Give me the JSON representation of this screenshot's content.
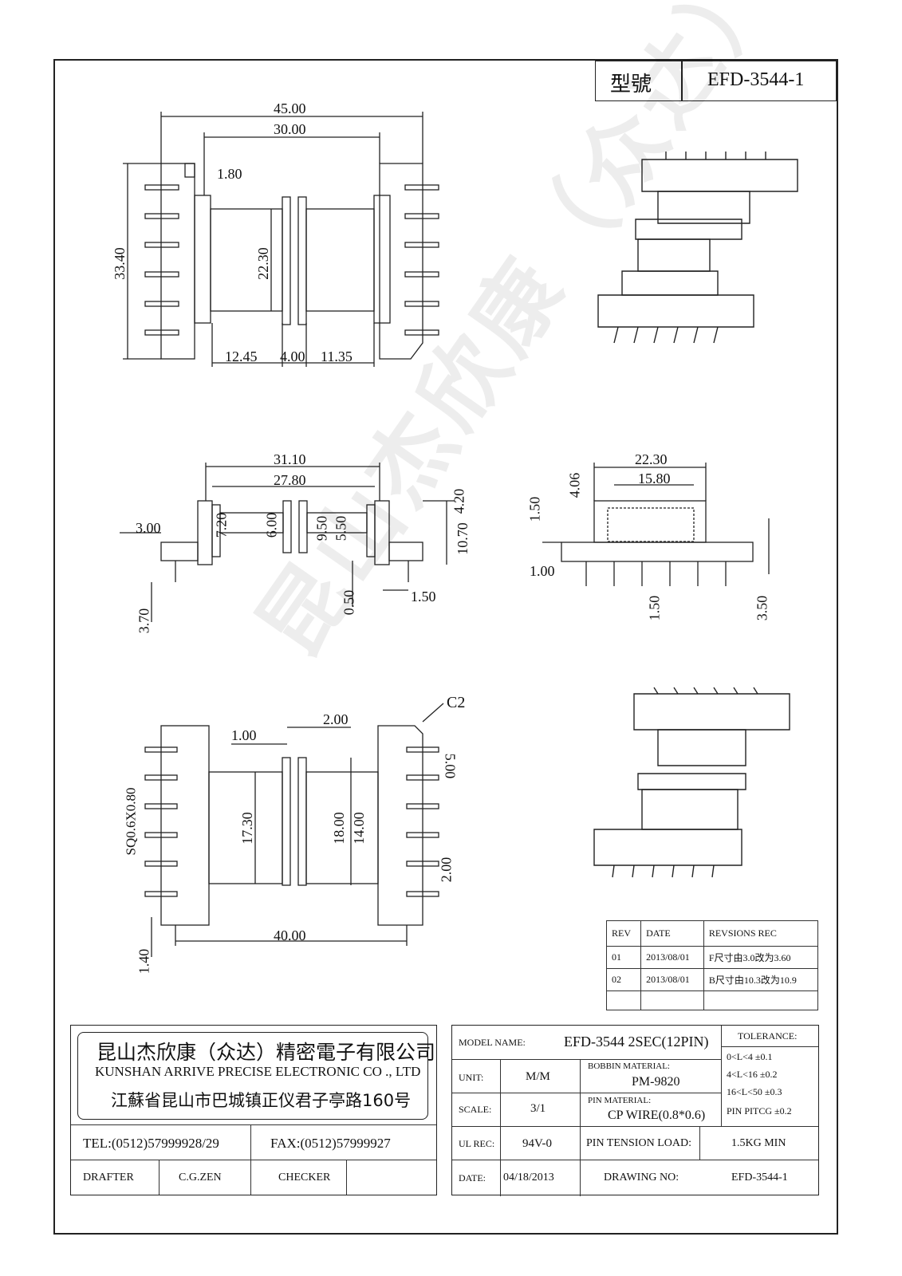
{
  "header": {
    "model_label": "型號",
    "model_value": "EFD-3544-1"
  },
  "watermark": "昆山杰欣康（众达）精密电子有限公司",
  "dimensions": {
    "top": [
      "45.00",
      "30.00",
      "1.80",
      "33.40",
      "22.30",
      "12.45",
      "4.00",
      "11.35"
    ],
    "side": [
      "31.10",
      "27.80",
      "3.00",
      "7.20",
      "6.00",
      "9.50",
      "5.50",
      "4.20",
      "10.70",
      "0.50",
      "1.50",
      "3.70"
    ],
    "end": [
      "22.30",
      "15.80",
      "4.06",
      "1.50",
      "1.00",
      "1.50",
      "3.50"
    ],
    "bottom": [
      "C2",
      "2.00",
      "1.00",
      "SQ0.6X0.80",
      "17.30",
      "18.00",
      "14.00",
      "5.00",
      "2.00",
      "40.00",
      "1.40"
    ]
  },
  "revisions": {
    "headers": [
      "REV",
      "DATE",
      "REVSIONS  REC"
    ],
    "rows": [
      [
        "01",
        "2013/08/01",
        "F尺寸由3.0改为3.60"
      ],
      [
        "02",
        "2013/08/01",
        "B尺寸由10.3改为10.9"
      ],
      [
        "",
        "",
        ""
      ]
    ]
  },
  "company": {
    "name_cn": "昆山杰欣康（众达）精密電子有限公司",
    "name_en": "KUNSHAN ARRIVE PRECISE ELECTRONIC CO ., LTD",
    "address": "江蘇省昆山市巴城镇正仪君子亭路160号",
    "tel": "TEL:(0512)57999928/29",
    "fax": "FAX:(0512)57999927",
    "drafter_label": "DRAFTER",
    "drafter": "C.G.ZEN",
    "checker_label": "CHECKER",
    "checker": ""
  },
  "title_block": {
    "model_name_label": "MODEL NAME:",
    "model_name": "EFD-3544 2SEC(12PIN)",
    "unit_label": "UNIT:",
    "unit": "M/M",
    "bobbin_label": "BOBBIN MATERIAL:",
    "bobbin": "PM-9820",
    "scale_label": "SCALE:",
    "scale": "3/1",
    "pin_material_label": "PIN MATERIAL:",
    "pin_material": "CP WIRE(0.8*0.6)",
    "ul_label": "UL REC:",
    "ul": "94V-0",
    "pin_tension_label": "PIN TENSION LOAD:",
    "pin_tension": "1.5KG MIN",
    "date_label": "DATE:",
    "date": "04/18/2013",
    "drawing_no_label": "DRAWING NO:",
    "drawing_no": "EFD-3544-1"
  },
  "tolerance": {
    "title": "TOLERANCE:",
    "rows": [
      "0<L<4    ±0.1",
      "4<L<16   ±0.2",
      "16<L<50  ±0.3",
      "PIN PITCG ±0.2"
    ]
  }
}
